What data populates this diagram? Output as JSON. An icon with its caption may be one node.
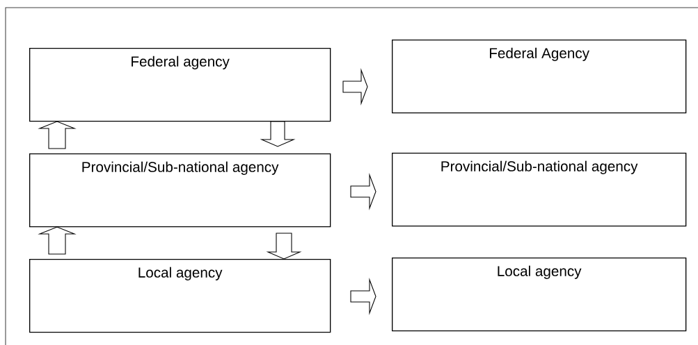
{
  "diagram": {
    "nodes": [
      {
        "text": [
          "Federal agency"
        ]
      },
      {
        "text": [
          "Provincial/Sub-national agency"
        ]
      },
      {
        "text": [
          "Local agency"
        ]
      },
      {
        "text": [
          "Federal Agency"
        ]
      },
      {
        "text": [
          "Provincial/Sub-national agency"
        ]
      },
      {
        "text": [
          "Local agency"
        ]
      }
    ],
    "edges": [
      {
        "from": 1,
        "to": 0,
        "arrow": "to"
      },
      {
        "from": 0,
        "to": 1,
        "arrow": "to"
      },
      {
        "from": 2,
        "to": 1,
        "arrow": "to"
      },
      {
        "from": 1,
        "to": 2,
        "arrow": "to"
      },
      {
        "from": 0,
        "to": 3,
        "arrow": "to"
      },
      {
        "from": 1,
        "to": 4,
        "arrow": "to"
      },
      {
        "from": 2,
        "to": 5,
        "arrow": "to"
      }
    ]
  }
}
